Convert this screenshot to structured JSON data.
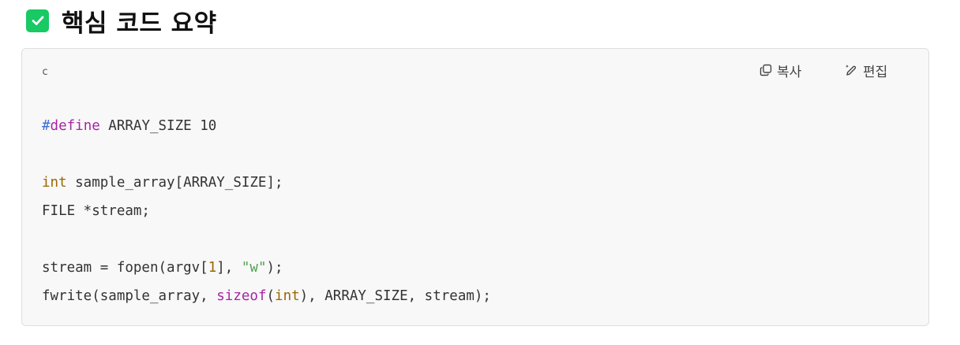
{
  "heading": {
    "title": "핵심 코드 요약",
    "accent_color": "#18c964"
  },
  "code_card": {
    "language": "c",
    "copy_label": "복사",
    "edit_label": "편집",
    "lines": {
      "l1": {
        "hash": "#",
        "directive": "define",
        "rest": " ARRAY_SIZE 10"
      },
      "l2": "",
      "l3": {
        "type": "int",
        "rest": " sample_array[ARRAY_SIZE];"
      },
      "l4": "FILE *stream;",
      "l5": "",
      "l6": {
        "a": "stream = fopen(argv[",
        "num": "1",
        "b": "], ",
        "str": "\"w\"",
        "c": ");"
      },
      "l7": {
        "a": "fwrite(sample_array, ",
        "kw": "sizeof",
        "b": "(",
        "type": "int",
        "c": "), ARRAY_SIZE, stream);"
      }
    }
  },
  "icons": {
    "heading": "check-square-icon",
    "copy": "copy-icon",
    "edit": "pencil-sparkle-icon"
  }
}
